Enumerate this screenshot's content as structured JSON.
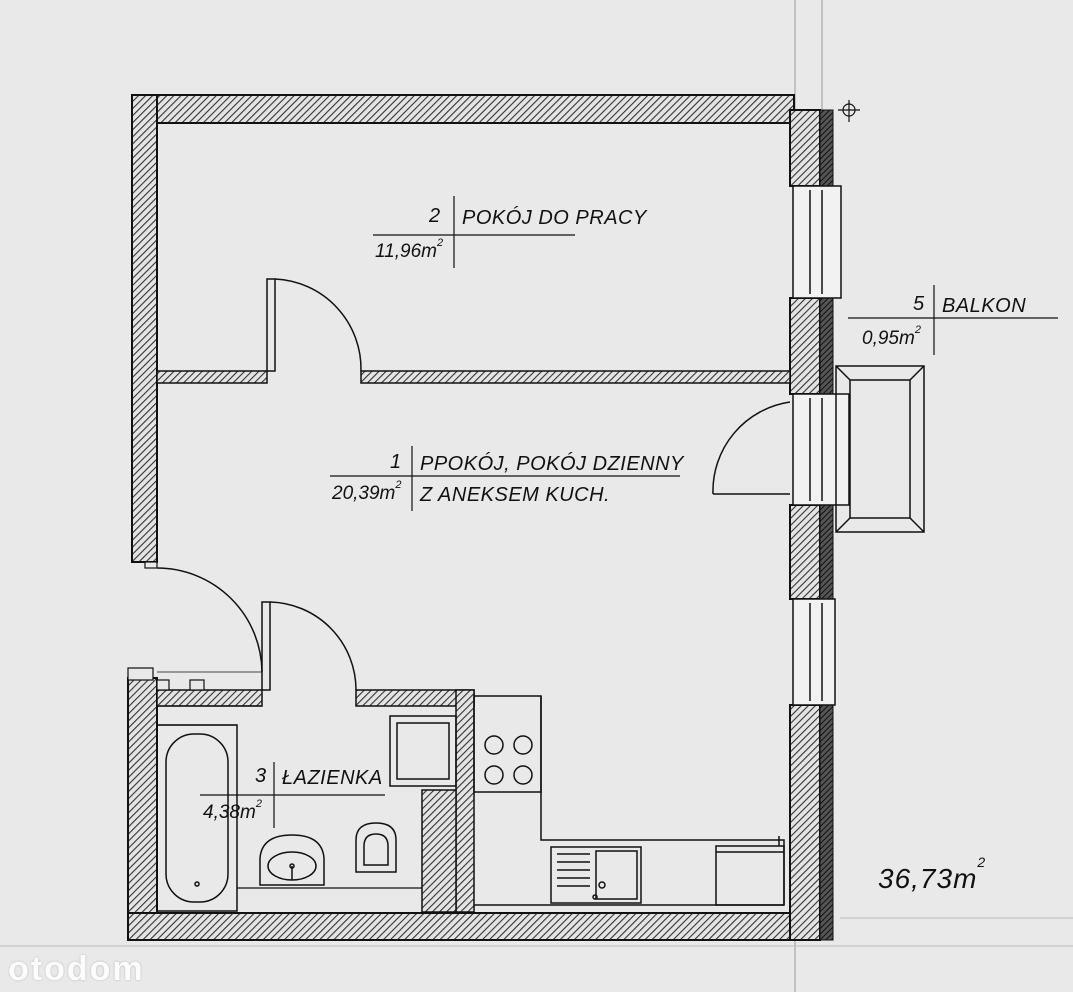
{
  "rooms": [
    {
      "number": "2",
      "name": "POKÓJ DO PRACY",
      "area": "11,96m",
      "unit_exp": "2"
    },
    {
      "number": "1",
      "name": "PPOKÓJ, POKÓJ DZIENNY",
      "name2": "Z ANEKSEM KUCH.",
      "area": "20,39m",
      "unit_exp": "2"
    },
    {
      "number": "3",
      "name": "ŁAZIENKA",
      "area": "4,38m",
      "unit_exp": "2"
    },
    {
      "number": "5",
      "name": "BALKON",
      "area": "0,95m",
      "unit_exp": "2"
    }
  ],
  "total": {
    "value": "36,73m",
    "unit_exp": "2"
  },
  "watermark": "otodom",
  "colors": {
    "background": "#e9e9e9",
    "ink": "#111111",
    "wall_hatch": "#444444"
  }
}
